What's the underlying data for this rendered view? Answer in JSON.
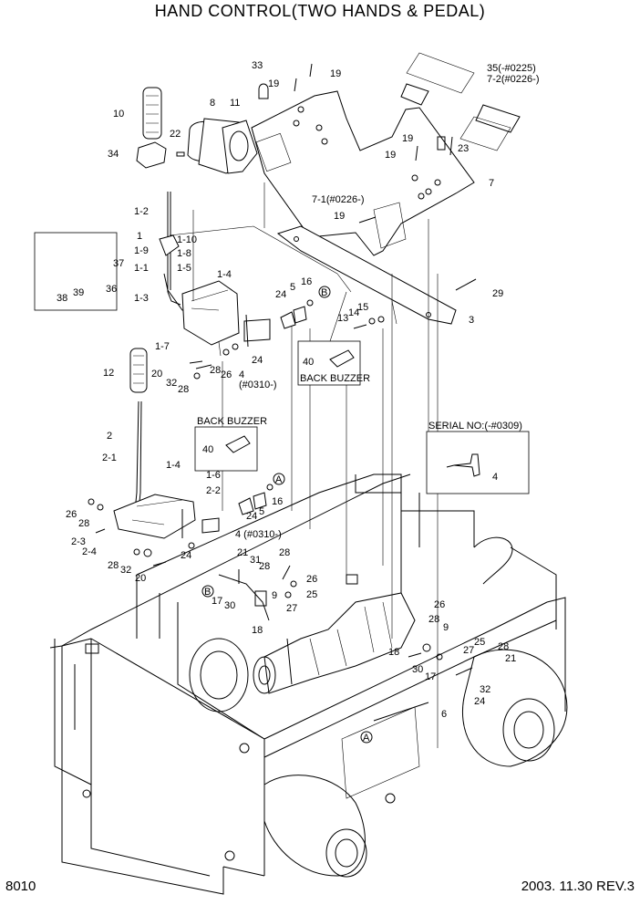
{
  "title": "HAND CONTROL(TWO HANDS & PEDAL)",
  "footer": {
    "page": "8010",
    "date_rev": "2003. 11.30  REV.3"
  },
  "boxes": {
    "back_buzzer_1": "BACK BUZZER",
    "back_buzzer_2": "BACK BUZZER",
    "serial": "SERIAL NO:(-#0309)"
  },
  "labels": {
    "l33": "33",
    "l19a": "19",
    "l19b": "19",
    "l35": "35(-#0225)",
    "l72": "7-2(#0226-)",
    "l10": "10",
    "l8": "8",
    "l11": "11",
    "l22": "22",
    "l34": "34",
    "l19c": "19",
    "l23": "23",
    "l19d": "19",
    "l7": "7",
    "l12a": "1-2",
    "l1": "1",
    "l110": "1-10",
    "l19e": "1-9",
    "l18": "1-8",
    "l11b": "1-1",
    "l15": "1-5",
    "l14": "1-4",
    "l13": "1-3",
    "l17": "1-7",
    "l37": "37",
    "l36": "36",
    "l38": "38",
    "l39": "39",
    "l71": "7-1(#0226-)",
    "l19f": "19",
    "l29": "29",
    "l3": "3",
    "l24a": "24",
    "l5a": "5",
    "l16a": "16",
    "lBa": "B",
    "l13b": "13",
    "l14b": "14",
    "l15b": "15",
    "l40a": "40",
    "l24b": "24",
    "l4a": "4",
    "l4ab": "(#0310-)",
    "l12": "12",
    "l20a": "20",
    "l32a": "32",
    "l28a": "28",
    "l28b": "28",
    "l26a": "26",
    "l2": "2",
    "l21": "2-1",
    "l40b": "40",
    "l4c": "4",
    "l14c": "1-4",
    "l16c": "1-6",
    "l22c": "2-2",
    "lAa": "A",
    "l16b": "16",
    "l5b": "5",
    "l24c": "24",
    "l4b": "4 (#0310-)",
    "l26b": "26",
    "l28c": "28",
    "l23c": "2-3",
    "l24d": "2-4",
    "l24e": "24",
    "l28d": "28",
    "l32b": "32",
    "l20b": "20",
    "l21b": "21",
    "l31": "31",
    "l28e": "28",
    "l28f": "28",
    "l26c": "26",
    "l25a": "25",
    "lBb": "B",
    "l17a": "17",
    "l30a": "30",
    "l9a": "9",
    "l27a": "27",
    "l18a": "18",
    "l26d": "26",
    "l28g": "28",
    "l9b": "9",
    "l25b": "25",
    "l27b": "27",
    "l28h": "28",
    "l21c": "21",
    "l18b": "18",
    "l30b": "30",
    "l17b": "17",
    "l32c": "32",
    "l24f": "24",
    "l6": "6",
    "lAb": "A"
  }
}
